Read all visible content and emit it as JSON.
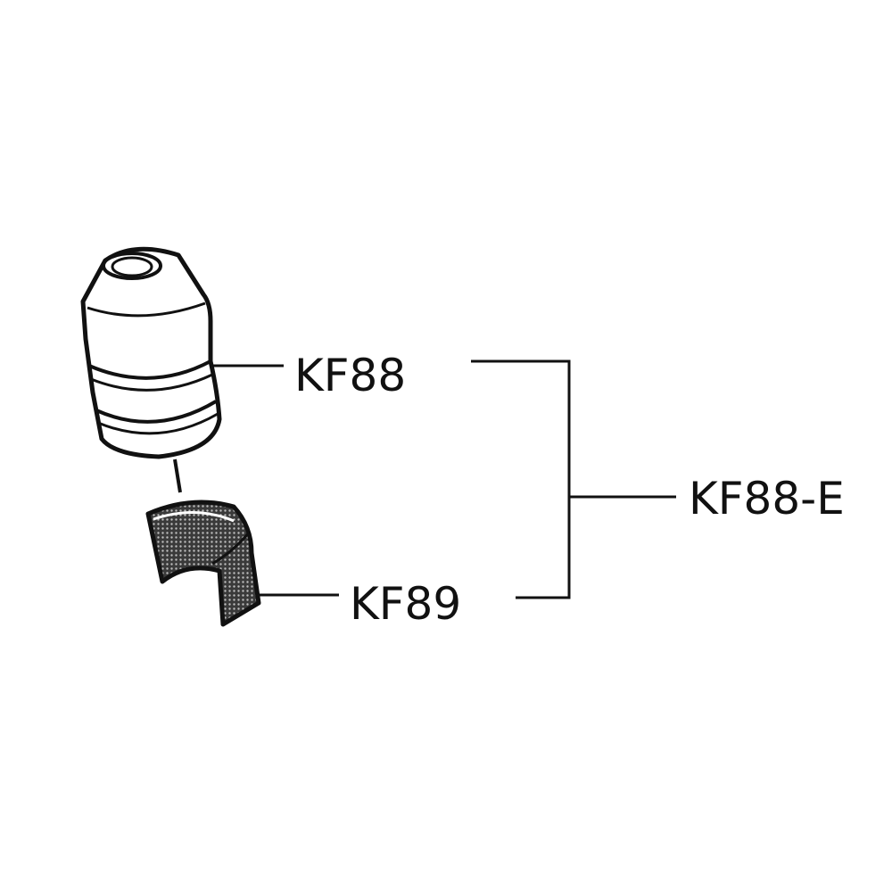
{
  "parts": {
    "cap": {
      "label": "KF88",
      "icon": "conical-cap-icon"
    },
    "filter": {
      "label": "KF89",
      "icon": "mesh-filter-icon"
    },
    "assembly": {
      "label": "KF88-E"
    }
  },
  "colors": {
    "line": "#111111",
    "background": "#ffffff",
    "mesh": "#555555"
  }
}
